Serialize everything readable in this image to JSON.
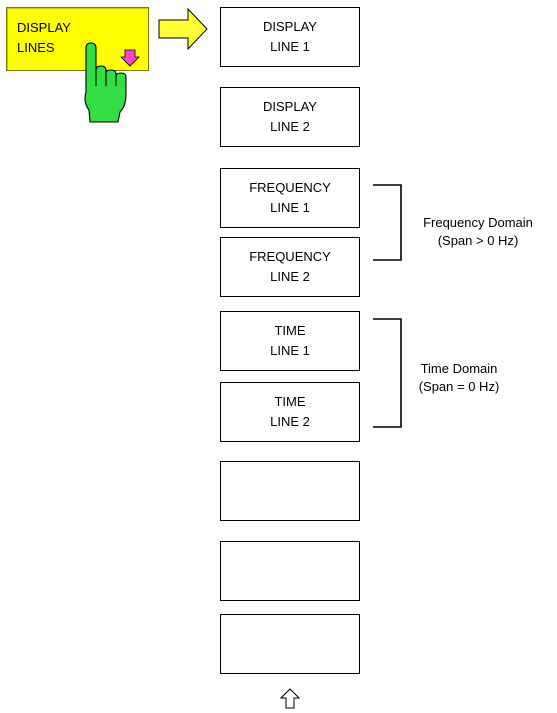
{
  "trigger": {
    "label_line1": "DISPLAY",
    "label_line2": "LINES"
  },
  "softkeys": [
    {
      "line1": "DISPLAY",
      "line2": "LINE 1"
    },
    {
      "line1": "DISPLAY",
      "line2": "LINE 2"
    },
    {
      "line1": "FREQUENCY",
      "line2": "LINE 1"
    },
    {
      "line1": "FREQUENCY",
      "line2": "LINE 2"
    },
    {
      "line1": "TIME",
      "line2": "LINE 1"
    },
    {
      "line1": "TIME",
      "line2": "LINE 2"
    },
    {
      "line1": "",
      "line2": ""
    },
    {
      "line1": "",
      "line2": ""
    },
    {
      "line1": "",
      "line2": ""
    }
  ],
  "annotations": {
    "frequency_domain": {
      "line1": "Frequency Domain",
      "line2": "(Span > 0 Hz)"
    },
    "time_domain": {
      "line1": "Time Domain",
      "line2": "(Span = 0 Hz)"
    }
  },
  "colors": {
    "trigger_fill": "#ffff00",
    "hand_fill": "#33dd44",
    "hand_arrow_fill": "#ff44cc",
    "menu_arrow_fill": "#ffff33"
  },
  "icons": {
    "hand": "pointing-hand-icon",
    "menu_arrow": "right-arrow-icon",
    "more": "up-arrow-icon"
  }
}
